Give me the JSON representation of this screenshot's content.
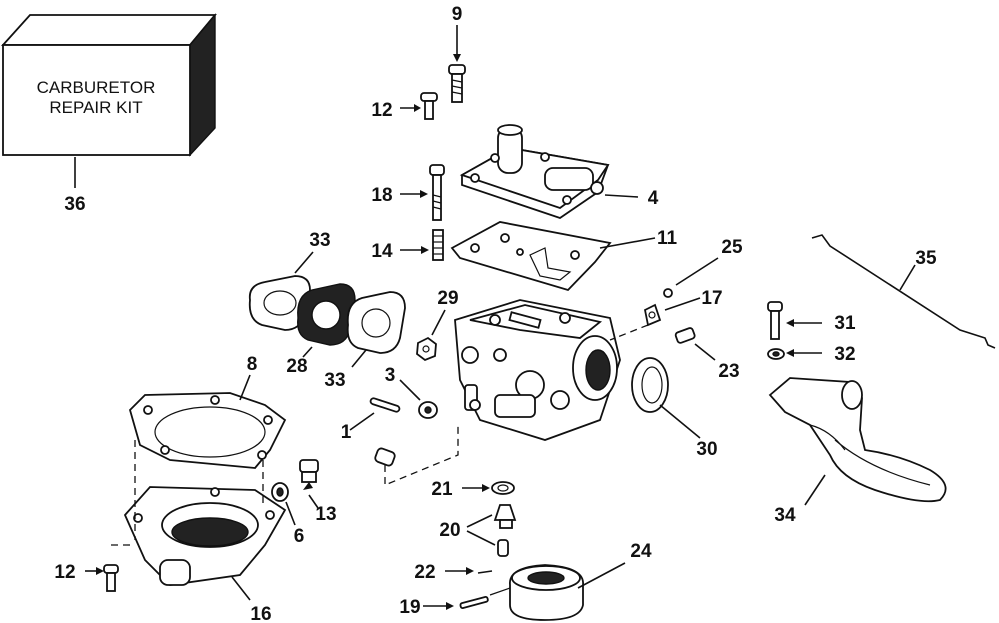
{
  "kit_box": {
    "line1": "CARBURETOR",
    "line2": "REPAIR KIT"
  },
  "callouts": {
    "c1": "1",
    "c3": "3",
    "c4": "4",
    "c6": "6",
    "c8": "8",
    "c9": "9",
    "c11": "11",
    "c12a": "12",
    "c12b": "12",
    "c13": "13",
    "c14": "14",
    "c16": "16",
    "c17": "17",
    "c18": "18",
    "c19": "19",
    "c20": "20",
    "c21": "21",
    "c22": "22",
    "c23": "23",
    "c24": "24",
    "c25": "25",
    "c28": "28",
    "c29": "29",
    "c30": "30",
    "c31": "31",
    "c32": "32",
    "c33a": "33",
    "c33b": "33",
    "c34": "34",
    "c35": "35",
    "c36": "36"
  }
}
